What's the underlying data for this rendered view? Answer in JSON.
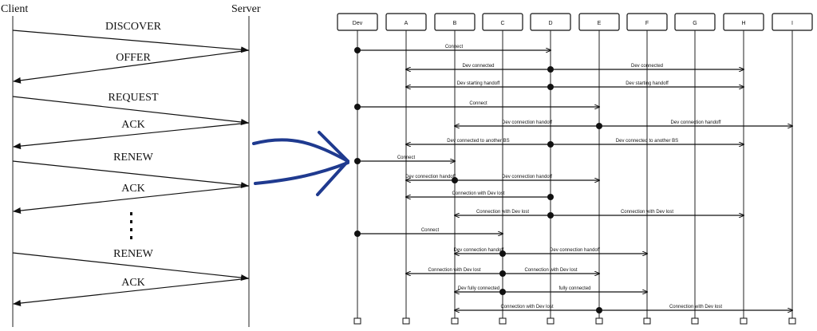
{
  "left": {
    "client": "Client",
    "server": "Server",
    "messages": [
      {
        "label": "DISCOVER",
        "dir": "right"
      },
      {
        "label": "OFFER",
        "dir": "left"
      },
      {
        "label": "REQUEST",
        "dir": "right"
      },
      {
        "label": "ACK",
        "dir": "left"
      },
      {
        "label": "RENEW",
        "dir": "right"
      },
      {
        "label": "ACK",
        "dir": "left"
      },
      {
        "label": "RENEW",
        "dir": "right"
      },
      {
        "label": "ACK",
        "dir": "left"
      }
    ]
  },
  "right": {
    "participants": [
      "Dev",
      "A",
      "B",
      "C",
      "D",
      "E",
      "F",
      "G",
      "H",
      "I"
    ],
    "messages": [
      {
        "label": "Connect",
        "from": "Dev",
        "to": "D"
      },
      {
        "label": "Dev connected",
        "from": "D",
        "to": "A"
      },
      {
        "label": "Dev connected",
        "from": "D",
        "to": "H"
      },
      {
        "label": "Dev starting handoff",
        "from": "D",
        "to": "A"
      },
      {
        "label": "Dev starting handoff",
        "from": "D",
        "to": "H"
      },
      {
        "label": "Connect",
        "from": "Dev",
        "to": "E"
      },
      {
        "label": "Dev connection handoff",
        "from": "E",
        "to": "B"
      },
      {
        "label": "Dev connection handoff",
        "from": "E",
        "to": "I"
      },
      {
        "label": "Dev connected to another BS",
        "from": "D",
        "to": "A"
      },
      {
        "label": "Dev connected to another BS",
        "from": "D",
        "to": "H"
      },
      {
        "label": "Connect",
        "from": "Dev",
        "to": "B"
      },
      {
        "label": "Dev connection handoff",
        "from": "B",
        "to": "A"
      },
      {
        "label": "Dev connection handoff",
        "from": "B",
        "to": "E"
      },
      {
        "label": "Connection with Dev lost",
        "from": "D",
        "to": "A"
      },
      {
        "label": "Connection with Dev lost",
        "from": "D",
        "to": "B"
      },
      {
        "label": "Connection with Dev lost",
        "from": "D",
        "to": "H"
      },
      {
        "label": "Connect",
        "from": "Dev",
        "to": "C"
      },
      {
        "label": "Dev connection handoff",
        "from": "C",
        "to": "B"
      },
      {
        "label": "Dev connection handoff",
        "from": "C",
        "to": "F"
      },
      {
        "label": "Connection with Dev lost",
        "from": "C",
        "to": "A"
      },
      {
        "label": "Connection with Dev lost",
        "from": "C",
        "to": "E"
      },
      {
        "label": "Dev fully connected",
        "from": "C",
        "to": "B"
      },
      {
        "label": "fully connected",
        "from": "C",
        "to": "F"
      },
      {
        "label": "Connection with Dev lost",
        "from": "E",
        "to": "B"
      },
      {
        "label": "Connection with Dev lost",
        "from": "E",
        "to": "I"
      }
    ]
  }
}
